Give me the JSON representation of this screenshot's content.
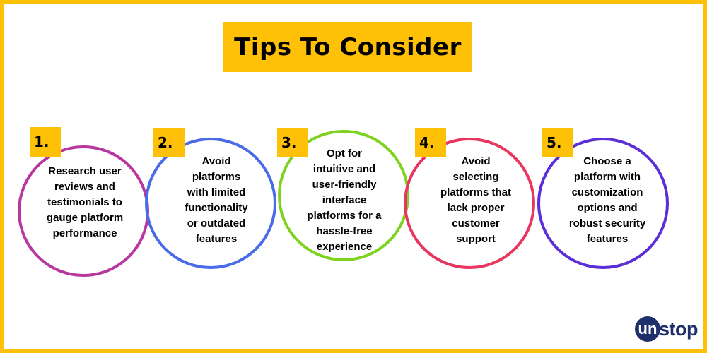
{
  "title": "Tips To Consider",
  "steps": [
    {
      "number": "1.",
      "text": "Research user\nreviews and\ntestimonials to\ngauge platform\nperformance",
      "color": "#B8379E"
    },
    {
      "number": "2.",
      "text": "Avoid\nplatforms\nwith limited\nfunctionality\nor outdated\nfeatures",
      "color": "#4A6BE8"
    },
    {
      "number": "3.",
      "text": "Opt for\nintuitive and\nuser-friendly\ninterface\nplatforms for a\nhassle-free\nexperience",
      "color": "#7ED321"
    },
    {
      "number": "4.",
      "text": "Avoid\nselecting\nplatforms that\nlack proper\ncustomer\nsupport",
      "color": "#E8365F"
    },
    {
      "number": "5.",
      "text": "Choose a\nplatform with\ncustomization\noptions and\nrobust security\nfeatures",
      "color": "#5B2ED8"
    }
  ],
  "logo": {
    "initial": "un",
    "rest": "stop"
  },
  "colors": {
    "accent": "#FFC107",
    "brand": "#1E2F6B"
  }
}
